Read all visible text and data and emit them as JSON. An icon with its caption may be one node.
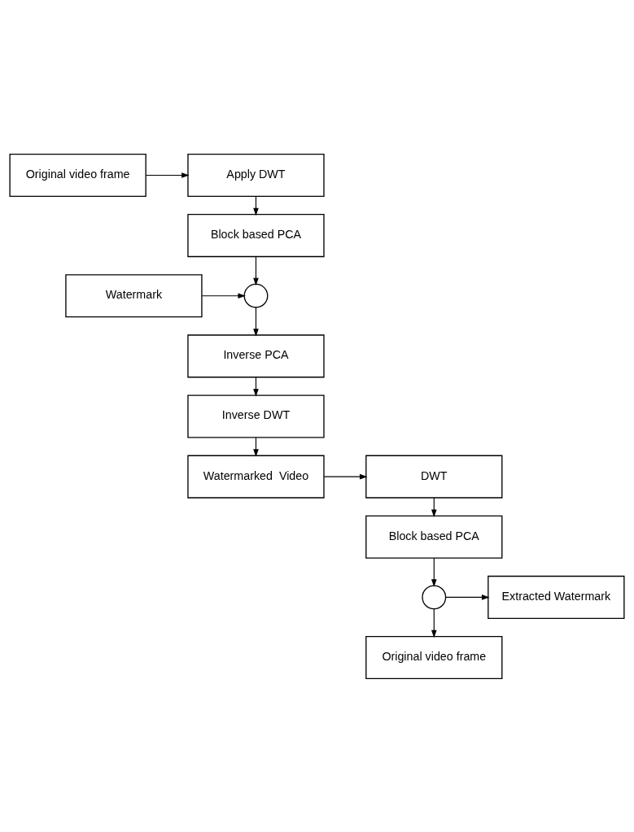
{
  "diagram": {
    "nodes": [
      {
        "text": [
          "Original video frame"
        ]
      },
      {
        "text": [
          "Apply DWT"
        ]
      },
      {
        "text": [
          "Block based PCA"
        ]
      },
      {
        "text": [
          "Watermark"
        ]
      },
      {
        "text": [],
        "shape": "circle"
      },
      {
        "text": [
          "Inverse PCA"
        ]
      },
      {
        "text": [
          "Inverse DWT"
        ]
      },
      {
        "text": [
          "Watermarked  Video"
        ]
      },
      {
        "text": [
          "DWT"
        ]
      },
      {
        "text": [
          "Block based PCA"
        ]
      },
      {
        "text": [],
        "shape": "circle"
      },
      {
        "text": [
          "Extracted Watermark"
        ]
      },
      {
        "text": [
          "Original video frame"
        ]
      }
    ],
    "edges": [
      {
        "from": 0,
        "to": 1,
        "arrow": "to"
      },
      {
        "from": 1,
        "to": 2,
        "arrow": "to"
      },
      {
        "from": 2,
        "to": 4,
        "arrow": "to"
      },
      {
        "from": 3,
        "to": 4,
        "arrow": "to"
      },
      {
        "from": 4,
        "to": 5,
        "arrow": "to"
      },
      {
        "from": 5,
        "to": 6,
        "arrow": "to"
      },
      {
        "from": 6,
        "to": 7,
        "arrow": "to"
      },
      {
        "from": 7,
        "to": 8,
        "arrow": "to"
      },
      {
        "from": 8,
        "to": 9,
        "arrow": "to"
      },
      {
        "from": 9,
        "to": 10,
        "arrow": "to"
      },
      {
        "from": 10,
        "to": 11,
        "arrow": "to"
      },
      {
        "from": 10,
        "to": 12,
        "arrow": "to"
      }
    ]
  }
}
